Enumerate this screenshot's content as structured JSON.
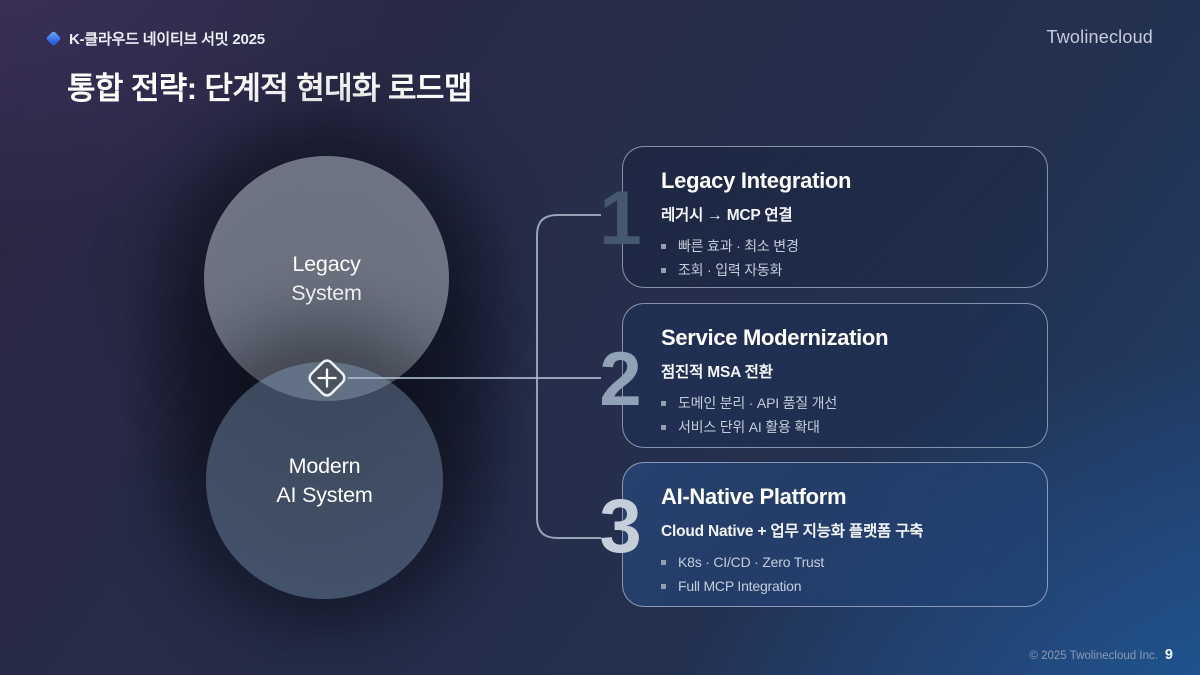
{
  "header": {
    "event_label": "K-클라우드 네이티브 서밋 2025",
    "logo_text": "Twolinecloud"
  },
  "slide_title": "통합 전략: 단계적 현대화 로드맵",
  "venn": {
    "legacy_circle": {
      "line1": "Legacy",
      "line2": "System"
    },
    "modern_circle": {
      "line1": "Modern",
      "line2": "AI System"
    }
  },
  "roadmap": {
    "steps": [
      {
        "number": "1",
        "title": "Legacy Integration",
        "subtitle": "레거시 → MCP 연결",
        "bullets": [
          "빠른 효과 · 최소 변경",
          "조회 · 입력 자동화"
        ]
      },
      {
        "number": "2",
        "title": "Service Modernization",
        "subtitle": "점진적 MSA 전환",
        "bullets": [
          "도메인 분리 · API 품질 개선",
          "서비스 단위 AI 활용 확대"
        ]
      },
      {
        "number": "3",
        "title": "AI-Native Platform",
        "subtitle": "Cloud Native + 업무 지능화 플랫폼 구축",
        "bullets": [
          "K8s · CI/CD · Zero Trust",
          "Full MCP Integration"
        ]
      }
    ]
  },
  "footer": {
    "copyright": "© 2025 Twolinecloud Inc.",
    "page_number": "9"
  },
  "colors": {
    "accent_diamond_blue": "#3b82f6",
    "background_purple": "#2b2541",
    "background_navy": "#272d49",
    "background_blue": "#20406a",
    "legacy_circle_fill": "#57616e",
    "modern_circle_fill": "#3d4c5e",
    "connector_line": "#aebdce",
    "step_number_1": "#46586f",
    "step_number_2": "#92a2b6",
    "step_number_3": "#c4cfda",
    "card_border": "#c6d2e3"
  }
}
